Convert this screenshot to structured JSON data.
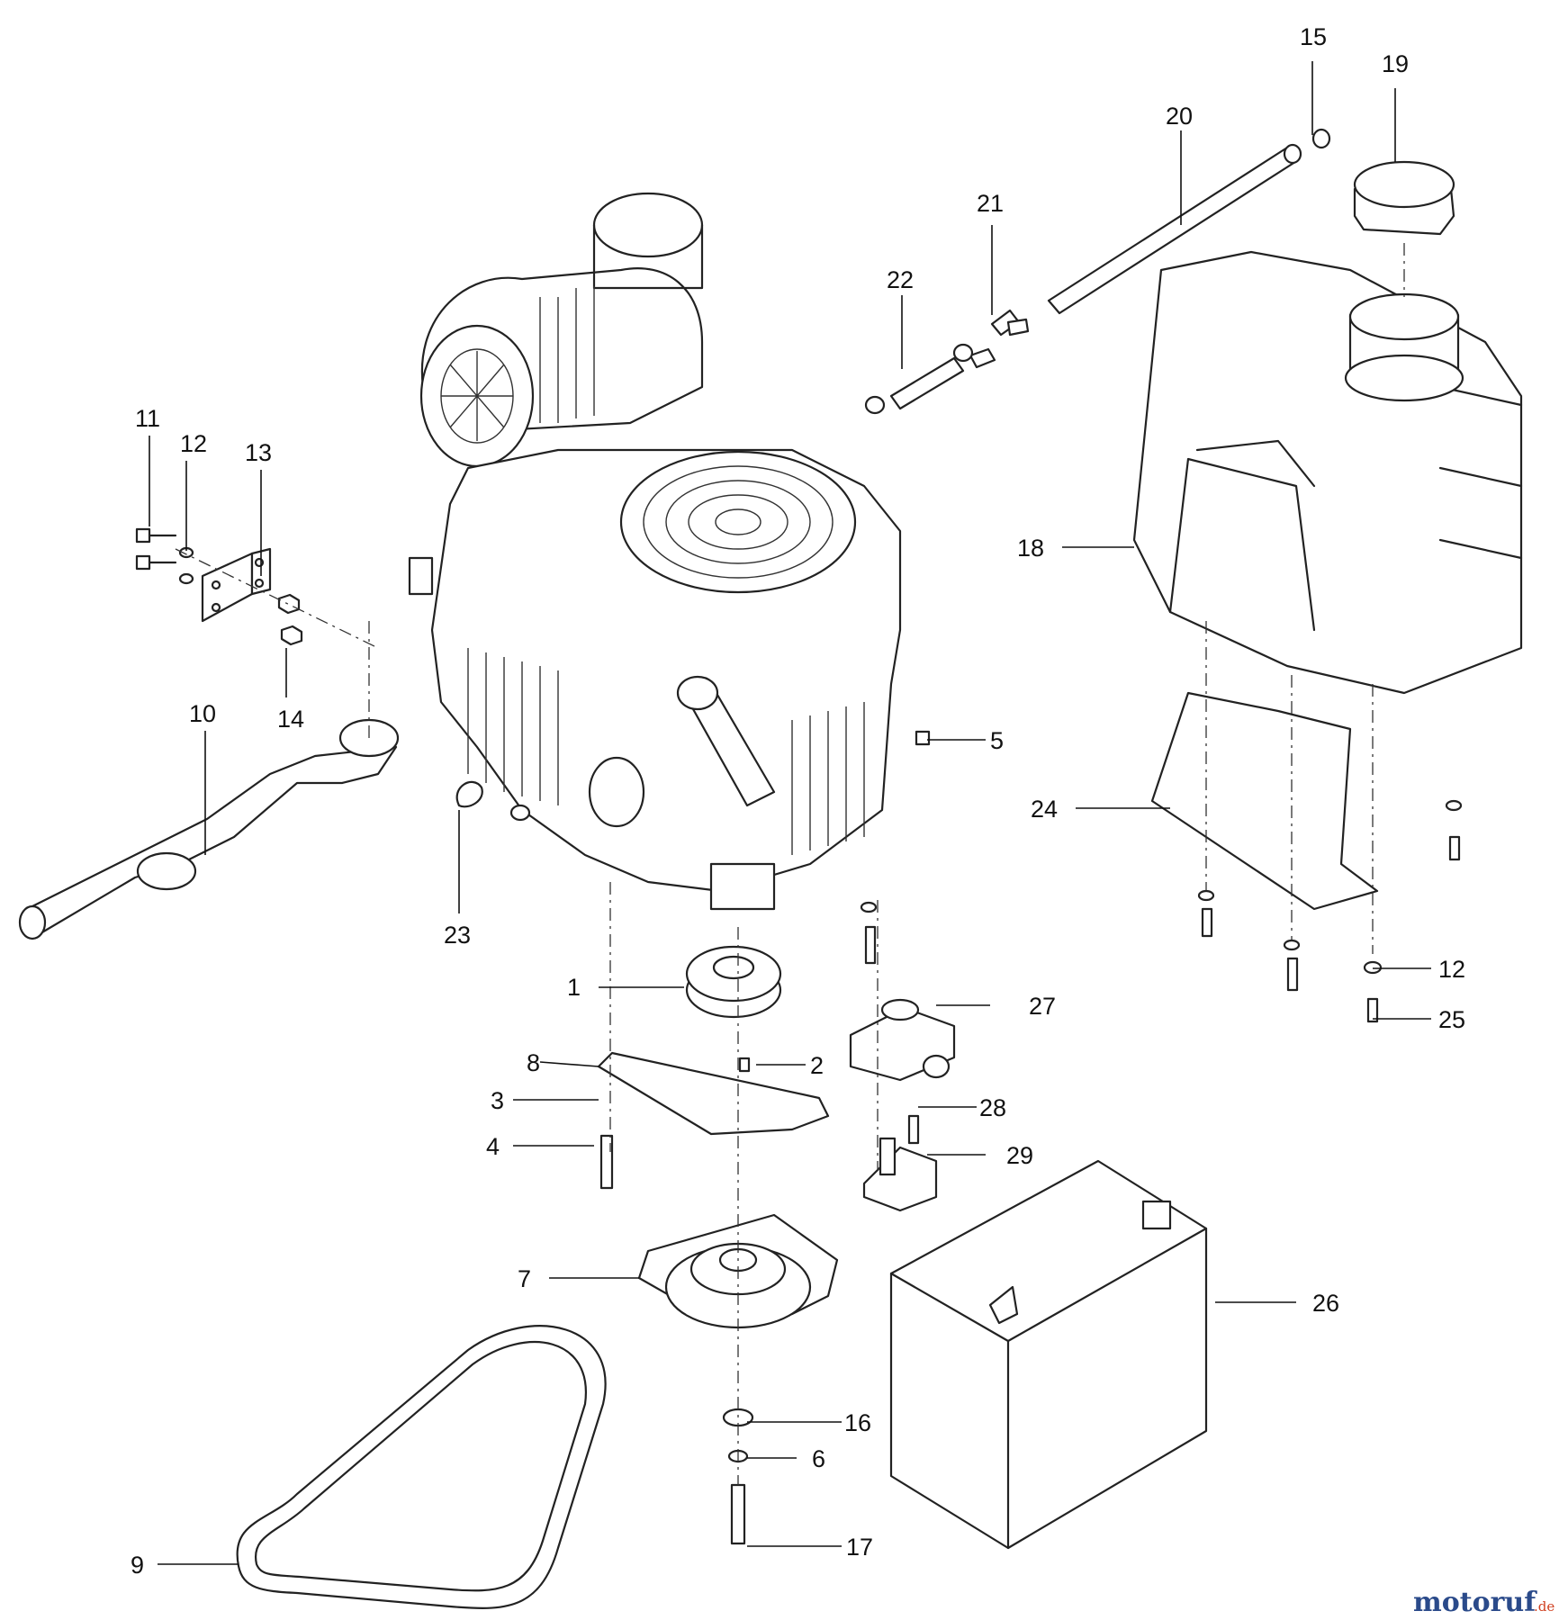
{
  "diagram": {
    "callouts": [
      "1",
      "2",
      "3",
      "4",
      "5",
      "6",
      "7",
      "8",
      "9",
      "10",
      "11",
      "12",
      "13",
      "14",
      "15",
      "16",
      "17",
      "18",
      "19",
      "20",
      "21",
      "22",
      "23",
      "24",
      "12",
      "25",
      "26",
      "27",
      "28",
      "29"
    ]
  },
  "watermark": {
    "name": "motoruf",
    "suffix": ".de",
    "colors": {
      "main": "#2a4a8a",
      "dot": "#d04020"
    }
  }
}
